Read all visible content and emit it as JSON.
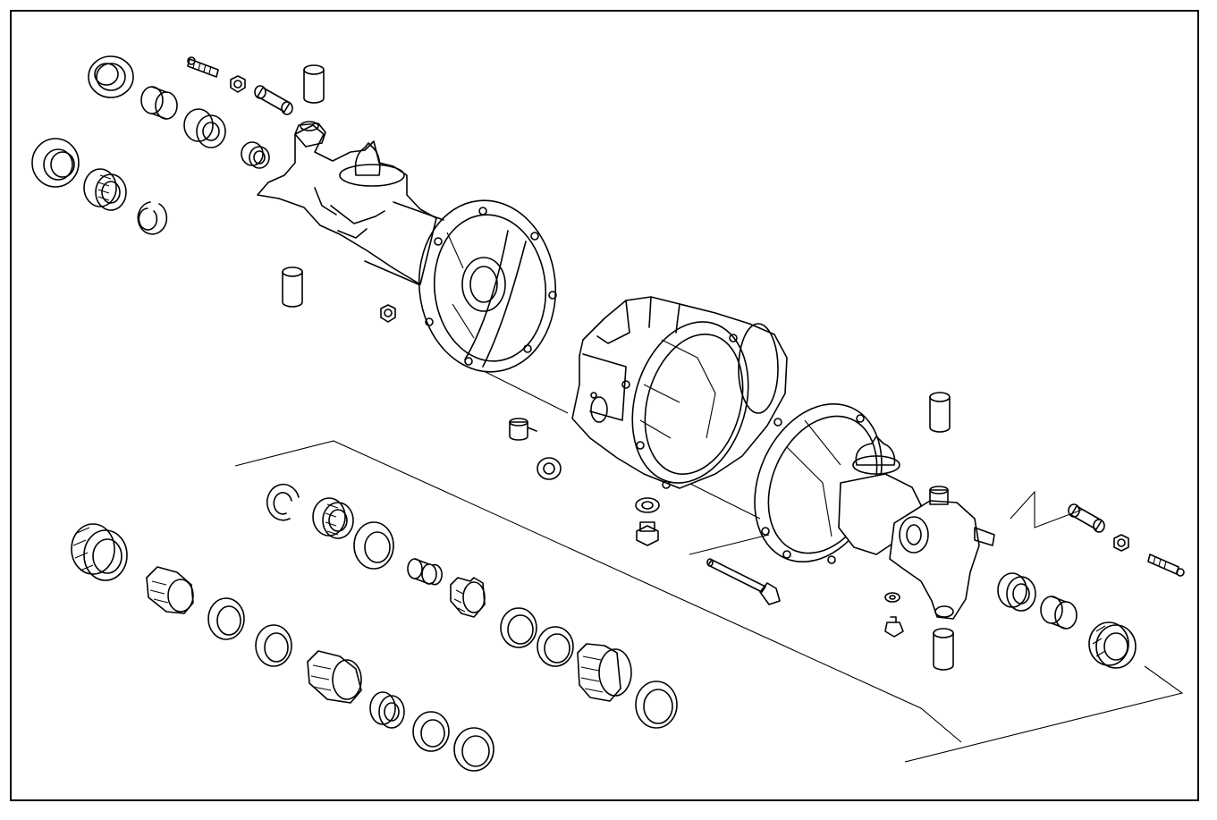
{
  "figure": {
    "subject": "exploded-axle-housing-parts",
    "colors": {
      "line": "#000000",
      "background": "#ffffff"
    },
    "part_groups": [
      "left-spindle-bearing-set",
      "left-axle-housing",
      "differential-carrier",
      "right-axle-housing",
      "right-steering-knuckle",
      "right-spindle-bearing-set",
      "differential-bearing-kit"
    ]
  }
}
